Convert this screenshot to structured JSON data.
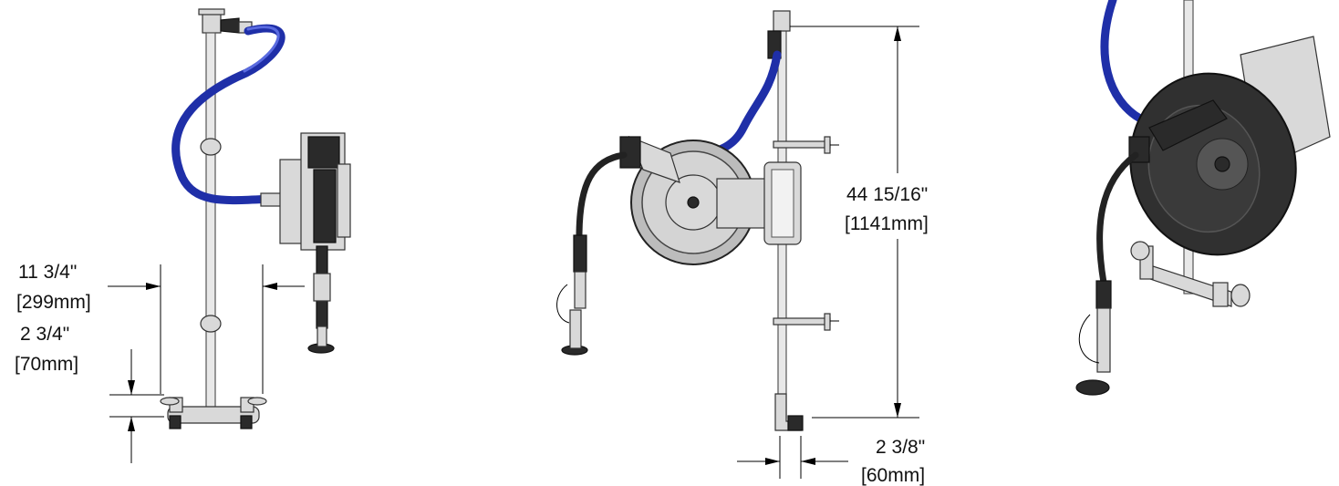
{
  "dimensions": {
    "front_width": {
      "imperial": "11 3/4\"",
      "metric": "299mm"
    },
    "front_offset": {
      "imperial": "2 3/4\"",
      "metric": "70mm"
    },
    "side_height": {
      "imperial": "44 15/16\"",
      "metric": "1141mm"
    },
    "side_depth": {
      "imperial": "2 3/8\"",
      "metric": "60mm"
    }
  },
  "colors": {
    "hose_blue": "#1f2fa8",
    "metal": "#d9d9d9",
    "dark_metal": "#2a2a2a",
    "line": "#000000"
  },
  "views": [
    "front-view",
    "side-view",
    "isometric-view"
  ]
}
